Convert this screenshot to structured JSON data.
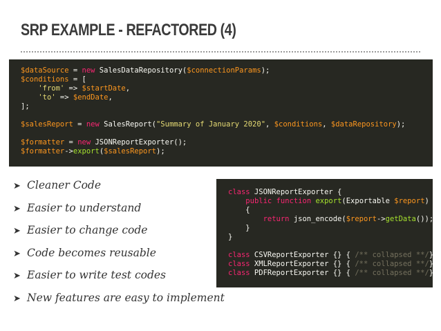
{
  "slide": {
    "title": "SRP EXAMPLE - REFACTORED (4)"
  },
  "code_top": [
    [
      {
        "t": "$dataSource",
        "c": "var"
      },
      {
        "t": " = "
      },
      {
        "t": "new",
        "c": "kw"
      },
      {
        "t": " SalesDataRepository("
      },
      {
        "t": "$connectionParams",
        "c": "var"
      },
      {
        "t": ");"
      }
    ],
    [
      {
        "t": "$conditions",
        "c": "var"
      },
      {
        "t": " = ["
      }
    ],
    [
      {
        "t": "    "
      },
      {
        "t": "'from'",
        "c": "str"
      },
      {
        "t": " => "
      },
      {
        "t": "$startDate",
        "c": "var"
      },
      {
        "t": ","
      }
    ],
    [
      {
        "t": "    "
      },
      {
        "t": "'to'",
        "c": "str"
      },
      {
        "t": " => "
      },
      {
        "t": "$endDate",
        "c": "var"
      },
      {
        "t": ","
      }
    ],
    [
      {
        "t": "];"
      }
    ],
    [],
    [
      {
        "t": "$salesReport",
        "c": "var"
      },
      {
        "t": " = "
      },
      {
        "t": "new",
        "c": "kw"
      },
      {
        "t": " SalesReport("
      },
      {
        "t": "\"Summary of January 2020\"",
        "c": "str"
      },
      {
        "t": ", "
      },
      {
        "t": "$conditions",
        "c": "var"
      },
      {
        "t": ", "
      },
      {
        "t": "$dataRepository",
        "c": "var"
      },
      {
        "t": ");"
      }
    ],
    [],
    [
      {
        "t": "$formatter",
        "c": "var"
      },
      {
        "t": " = "
      },
      {
        "t": "new",
        "c": "kw"
      },
      {
        "t": " JSONReportExporter();"
      }
    ],
    [
      {
        "t": "$formatter",
        "c": "var"
      },
      {
        "t": "->"
      },
      {
        "t": "export",
        "c": "fn"
      },
      {
        "t": "("
      },
      {
        "t": "$salesReport",
        "c": "var"
      },
      {
        "t": ");"
      }
    ]
  ],
  "code_bottom": [
    [
      {
        "t": "class",
        "c": "kw"
      },
      {
        "t": " JSONReportExporter {"
      }
    ],
    [
      {
        "t": "    "
      },
      {
        "t": "public",
        "c": "kw"
      },
      {
        "t": " "
      },
      {
        "t": "function",
        "c": "kw"
      },
      {
        "t": " "
      },
      {
        "t": "export",
        "c": "fn"
      },
      {
        "t": "(Exportable "
      },
      {
        "t": "$report",
        "c": "var"
      },
      {
        "t": ")"
      }
    ],
    [
      {
        "t": "    {"
      }
    ],
    [
      {
        "t": "        "
      },
      {
        "t": "return",
        "c": "kw"
      },
      {
        "t": " json_encode("
      },
      {
        "t": "$report",
        "c": "var"
      },
      {
        "t": "->"
      },
      {
        "t": "getData",
        "c": "fn"
      },
      {
        "t": "());"
      }
    ],
    [
      {
        "t": "    }"
      }
    ],
    [
      {
        "t": "}"
      }
    ],
    [],
    [
      {
        "t": "class",
        "c": "kw"
      },
      {
        "t": " CSVReportExporter {} { "
      },
      {
        "t": "/** collapsed **/",
        "c": "cm"
      },
      {
        "t": "}"
      }
    ],
    [
      {
        "t": "class",
        "c": "kw"
      },
      {
        "t": " XMLReportExporter {} { "
      },
      {
        "t": "/** collapsed **/",
        "c": "cm"
      },
      {
        "t": "}"
      }
    ],
    [
      {
        "t": "class",
        "c": "kw"
      },
      {
        "t": " PDFReportExporter {} { "
      },
      {
        "t": "/** collapsed **/",
        "c": "cm"
      },
      {
        "t": "}"
      }
    ]
  ],
  "bullet_icon": "arrowhead-icon",
  "bullets": [
    "Cleaner Code",
    "Easier to understand",
    "Easier to change code",
    "Code becomes reusable",
    "Easier to write test codes",
    "New features are easy to implement"
  ]
}
